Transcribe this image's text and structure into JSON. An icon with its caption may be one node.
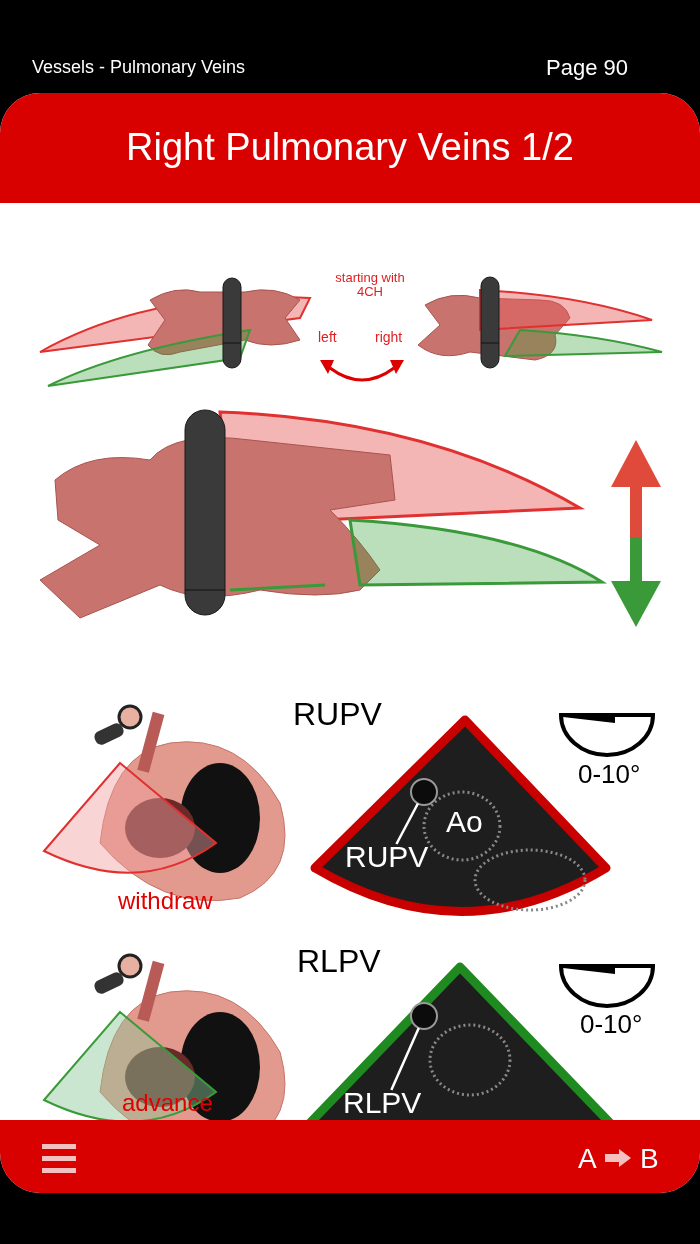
{
  "diagram": {
    "title": "Right Pulmonary Veins 1/2",
    "nodes": [
      {
        "text": [
          "RUPV"
        ]
      },
      {
        "text": [
          "RLPV"
        ]
      },
      {
        "text": [],
        "shape": "circle"
      },
      {
        "text": [],
        "shape": "circle"
      }
    ],
    "edges": [
      {
        "from": 0,
        "to": 2,
        "arrow": "none"
      },
      {
        "from": 1,
        "to": 3,
        "arrow": "none"
      }
    ],
    "labels": [
      "Vessels - Pulmonary Veins",
      "Page 90",
      "starting with 4CH",
      "left",
      "right",
      "RUPV",
      "0-10°",
      "withdraw",
      "Ao",
      "RLPV",
      "0-10°",
      "advance",
      "A",
      "B"
    ]
  }
}
